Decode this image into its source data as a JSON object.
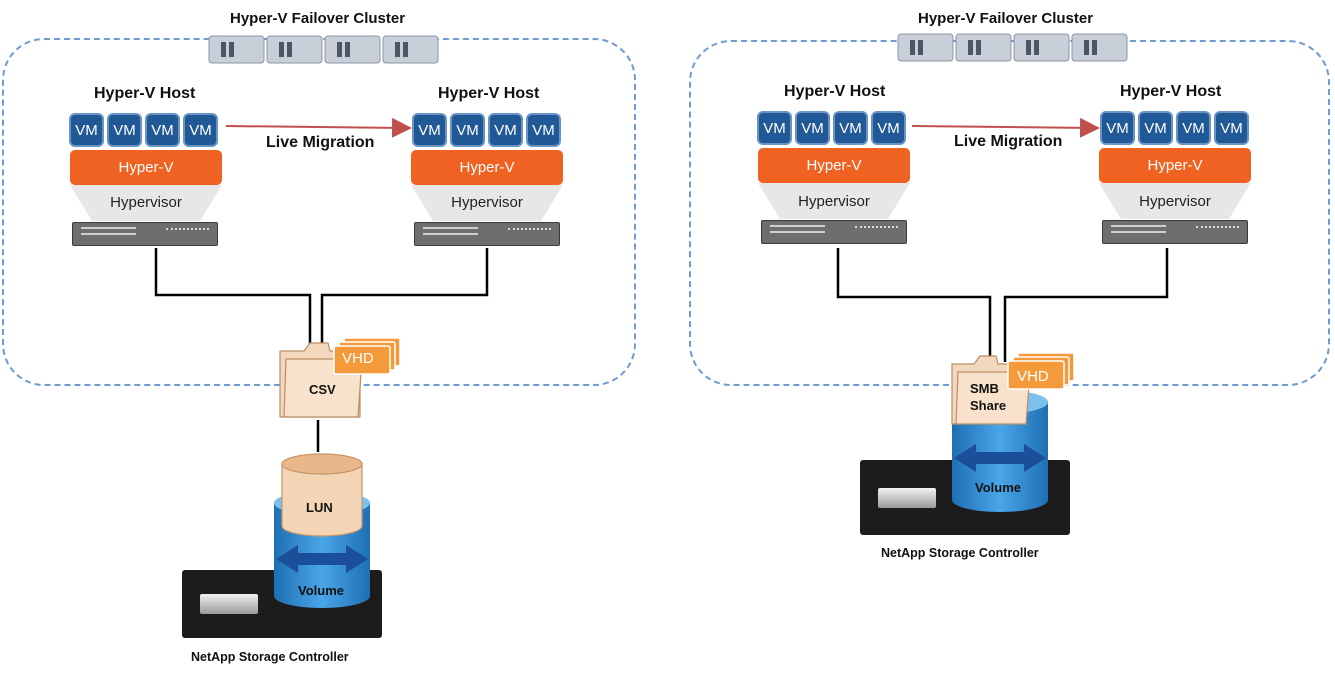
{
  "left": {
    "cluster_title": "Hyper-V Failover Cluster",
    "host_left_label": "Hyper-V  Host",
    "host_right_label": "Hyper-V  Host",
    "vm_labels": [
      "VM",
      "VM",
      "VM",
      "VM"
    ],
    "hyperv_label": "Hyper-V",
    "hypervisor_label": "Hypervisor",
    "migration_label": "Live Migration",
    "folder_label": "CSV",
    "vhd_label": "VHD",
    "lun_label": "LUN",
    "volume_label": "Volume",
    "storage_label": "NetApp Storage Controller"
  },
  "right": {
    "cluster_title": "Hyper-V Failover Cluster",
    "host_left_label": "Hyper-V  Host",
    "host_right_label": "Hyper-V  Host",
    "vm_labels": [
      "VM",
      "VM",
      "VM",
      "VM"
    ],
    "hyperv_label": "Hyper-V",
    "hypervisor_label": "Hypervisor",
    "migration_label": "Live Migration",
    "share_label_line1": "SMB",
    "share_label_line2": "Share",
    "vhd_label": "VHD",
    "volume_label": "Volume",
    "storage_label": "NetApp Storage Controller"
  },
  "colors": {
    "vm_fill": "#215896",
    "hyperv_orange": "#f06222",
    "cluster_dash": "#6f9bd1",
    "migration_arrow": "#c0504d",
    "volume_blue": "#2f86c9",
    "folder_fill": "#f6ddc7",
    "vhd_orange": "#f59a3a"
  }
}
